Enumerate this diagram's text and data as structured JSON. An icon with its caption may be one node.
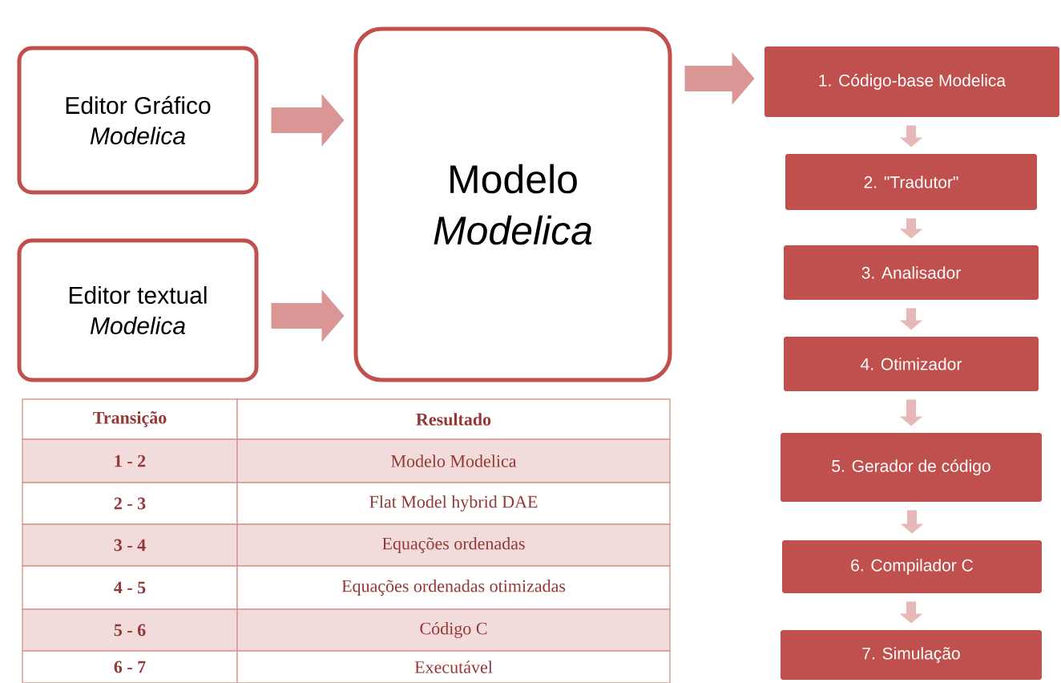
{
  "diagram": {
    "nodes": [
      {
        "text": [
          "Editor Gráfico",
          "Modelica"
        ]
      },
      {
        "text": [
          "Editor textual",
          "Modelica"
        ]
      },
      {
        "text": [
          "Modelo",
          "Modelica"
        ]
      },
      {
        "text": [
          "1. Código-base Modelica"
        ]
      },
      {
        "text": [
          "2. \"Tradutor\""
        ]
      },
      {
        "text": [
          "3. Analisador"
        ]
      },
      {
        "text": [
          "4. Otimizador"
        ]
      },
      {
        "text": [
          "5. Gerador de código"
        ]
      },
      {
        "text": [
          "6. Compilador C"
        ]
      },
      {
        "text": [
          "7. Simulação"
        ]
      }
    ],
    "edges": [
      {
        "from": 0,
        "to": 2,
        "arrow": "to",
        "style": "thick"
      },
      {
        "from": 1,
        "to": 2,
        "arrow": "to",
        "style": "thick"
      },
      {
        "from": 2,
        "to": 3,
        "arrow": "to",
        "style": "thick"
      },
      {
        "from": 3,
        "to": 4,
        "arrow": "to"
      },
      {
        "from": 4,
        "to": 5,
        "arrow": "to"
      },
      {
        "from": 5,
        "to": 6,
        "arrow": "to"
      },
      {
        "from": 6,
        "to": 7,
        "arrow": "to"
      },
      {
        "from": 7,
        "to": 8,
        "arrow": "to"
      },
      {
        "from": 8,
        "to": 9,
        "arrow": "to"
      }
    ],
    "labels": [
      "Transição",
      "Resultado",
      "1 - 2",
      "Modelo Modelica",
      "2 - 3",
      "Flat Model hybrid DAE",
      "3 - 4",
      "Equações ordenadas",
      "4 - 5",
      "Equações ordenadas otimizadas",
      "5 - 6",
      "Código C",
      "6 - 7",
      "Executável"
    ]
  }
}
